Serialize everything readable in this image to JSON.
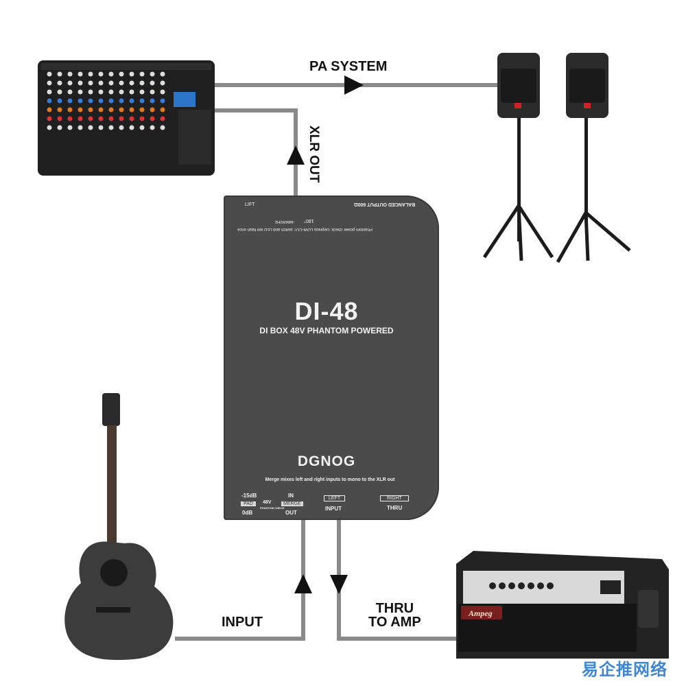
{
  "labels": {
    "pa_system": "PA SYSTEM",
    "xlr_out": "XLR OUT",
    "input": "INPUT",
    "thru_line1": "THRU",
    "thru_line2": "TO AMP"
  },
  "di_box": {
    "model": "DI-48",
    "subtitle": "DI BOX 48V PHANTOM POWERED",
    "brand": "DGNOG",
    "merge_note": "Merge mixes left and right inputs to mono to the XLR out",
    "phantom_note": "Phantom power check: Depress LOW-CUT switch and LED will flash once",
    "balanced_output": "BALANCED OUTPUT 600Ω",
    "lift_label": "LIFT",
    "lowcut_label": "-6dB/80Hz",
    "phase_label": "180°",
    "pad_top": "-15dB",
    "pad_label": "PAD",
    "pad_bottom": "0dB",
    "phantom_48v": "48V",
    "phantom_check": "PHANTOM CHECK",
    "merge_in": "IN",
    "merge_label": "MERGE",
    "merge_out": "OUT",
    "left_label": "LEFT",
    "input_label": "INPUT",
    "right_label": "RIGHT",
    "thru_label": "THRU"
  },
  "amp_logo": "Ampeg",
  "watermark": "易企推网络",
  "colors": {
    "cable": "#8a8a8a",
    "arrow": "#111111",
    "box_body": "#4b4b4b",
    "device_dark": "#232323",
    "guitar": "#3c3c3c",
    "watermark": "#3f86d1"
  }
}
